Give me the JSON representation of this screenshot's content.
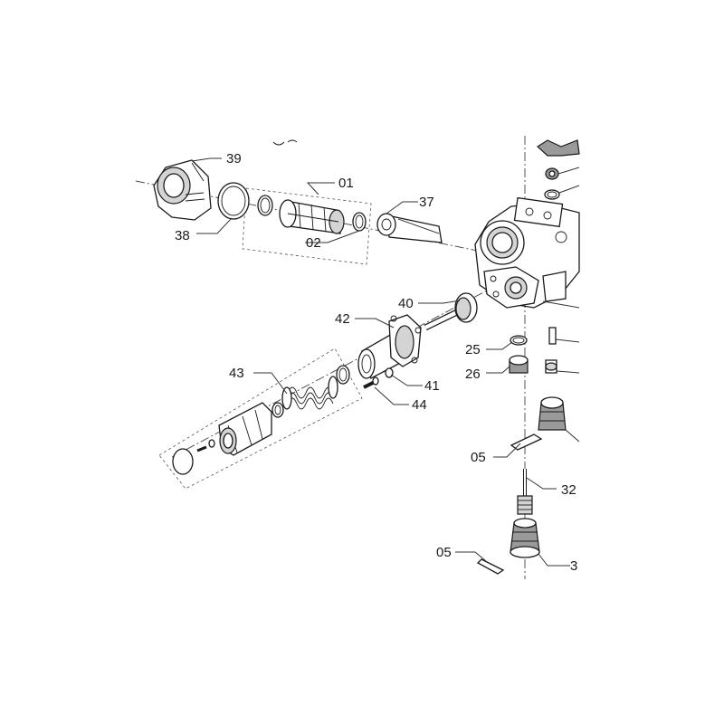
{
  "diagram": {
    "callouts": {
      "c39": "39",
      "c38": "38",
      "c01": "01",
      "c02": "02",
      "c37": "37",
      "c40": "40",
      "c42": "42",
      "c25": "25",
      "c26": "26",
      "c43": "43",
      "c41": "41",
      "c44": "44",
      "c05a": "05",
      "c32": "32",
      "c05b": "05",
      "c3": "3"
    }
  }
}
